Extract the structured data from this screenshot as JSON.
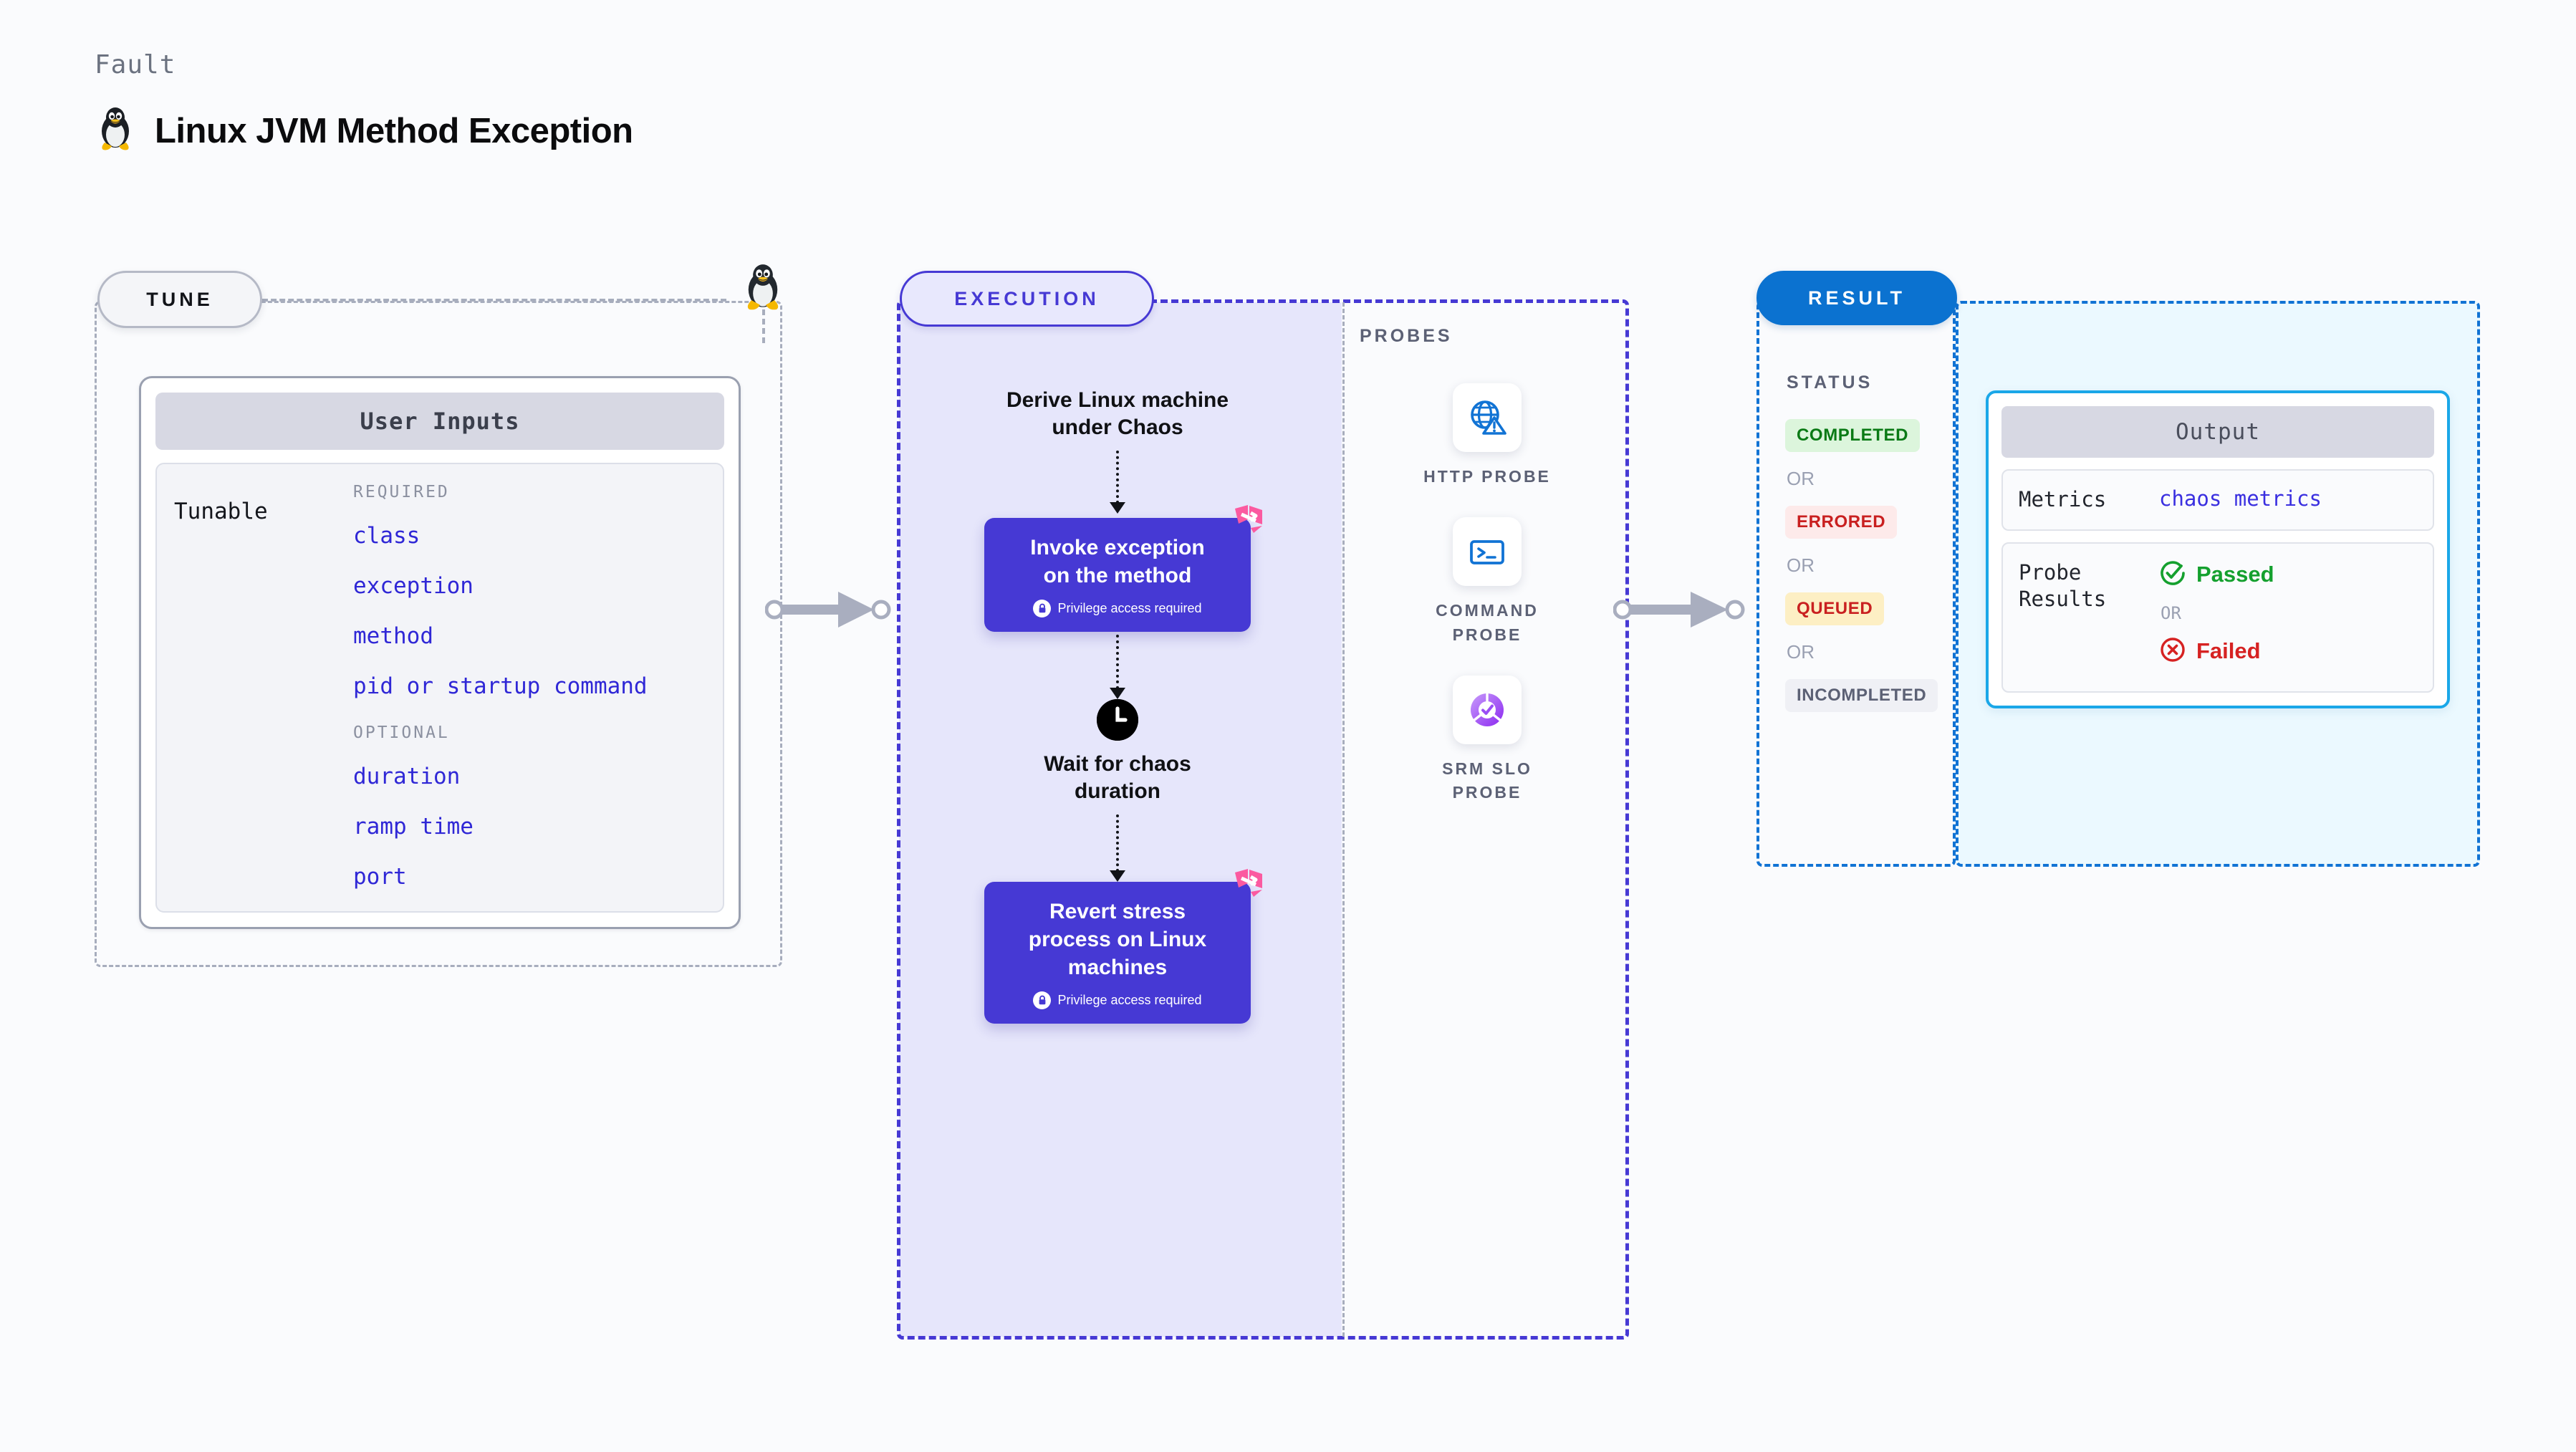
{
  "header": {
    "eyebrow": "Fault",
    "title": "Linux JVM Method Exception",
    "os_icon": "linux-penguin-icon"
  },
  "tune": {
    "pill_label": "TUNE",
    "connector_icon": "linux-penguin-icon",
    "card": {
      "header": "User Inputs",
      "row_label": "Tunable",
      "groups": [
        {
          "heading": "REQUIRED",
          "items": [
            "class",
            "exception",
            "method",
            "pid or startup command"
          ]
        },
        {
          "heading": "OPTIONAL",
          "items": [
            "duration",
            "ramp time",
            "port"
          ]
        }
      ]
    }
  },
  "execution": {
    "pill_label": "EXECUTION",
    "steps": [
      {
        "kind": "text",
        "label": "Derive Linux machine\nunder Chaos"
      },
      {
        "kind": "action",
        "label": "Invoke exception\non the method",
        "privilege": "Privilege access required",
        "badge": "harness-logo-icon"
      },
      {
        "kind": "wait",
        "icon": "clock-icon",
        "label": "Wait for chaos\nduration"
      },
      {
        "kind": "action",
        "label": "Revert stress\nprocess on Linux\nmachines",
        "privilege": "Privilege access required",
        "badge": "harness-logo-icon"
      }
    ]
  },
  "probes": {
    "label": "PROBES",
    "items": [
      {
        "name": "HTTP PROBE",
        "icon": "globe-warning-icon",
        "color": "#1173d4"
      },
      {
        "name": "COMMAND\nPROBE",
        "icon": "terminal-icon",
        "color": "#1173d4"
      },
      {
        "name": "SRM SLO\nPROBE",
        "icon": "slo-donut-check-icon",
        "color": "#9a4df5"
      }
    ]
  },
  "result": {
    "pill_label": "RESULT",
    "status_label": "STATUS",
    "or_text": "OR",
    "statuses": [
      {
        "label": "COMPLETED",
        "style": "st-completed"
      },
      {
        "label": "ERRORED",
        "style": "st-errored"
      },
      {
        "label": "QUEUED",
        "style": "st-queued"
      },
      {
        "label": "INCOMPLETED",
        "style": "st-incompleted"
      }
    ],
    "output": {
      "header": "Output",
      "metrics_key": "Metrics",
      "metrics_value": "chaos metrics",
      "probe_key": "Probe\nResults",
      "passed": "Passed",
      "failed": "Failed",
      "or_text": "OR"
    }
  },
  "colors": {
    "page_bg": "#fafbfd",
    "tune_border": "#a7adbd",
    "execution_accent": "#4639d4",
    "execution_fill": "#e6e6fb",
    "result_accent": "#1173d4",
    "output_fill": "#ebf9ff",
    "output_border": "#1aa7e8",
    "link_blue": "#2f27d6",
    "harness_pink": "#fb5aa0",
    "pass_green": "#14a02e",
    "fail_red": "#d62222"
  }
}
